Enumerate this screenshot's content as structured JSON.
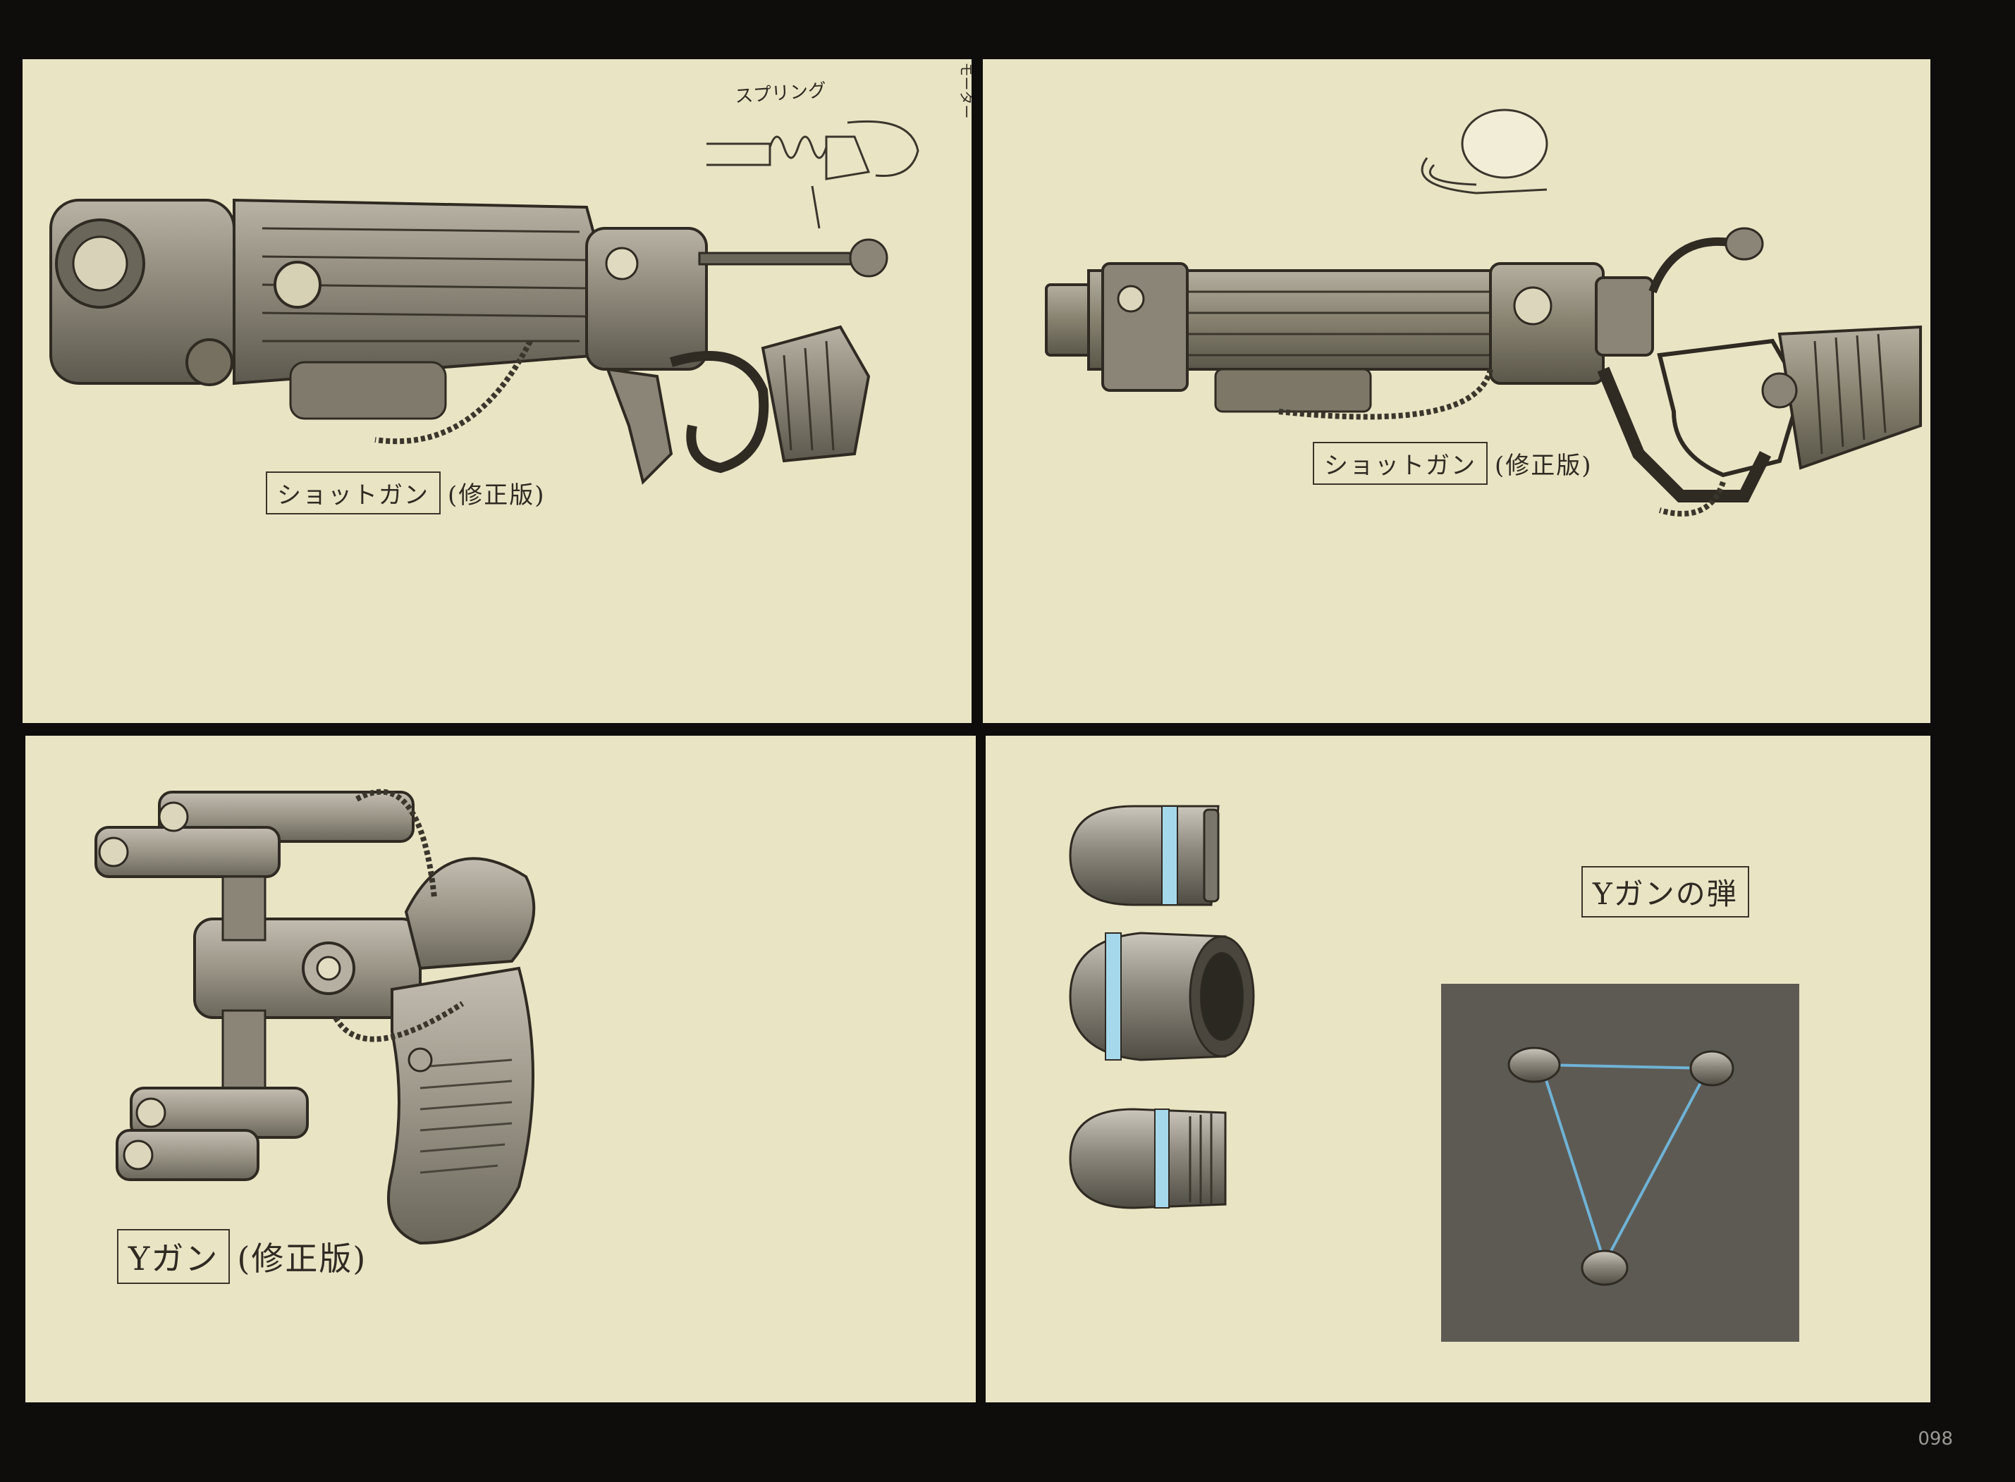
{
  "panels": [
    {
      "id": "shotgun-side-a",
      "caption": "ショットガン",
      "caption_suffix": "(修正版)",
      "note": "スプリング",
      "note_vertical": "モーター"
    },
    {
      "id": "shotgun-side-b",
      "caption": "ショットガン",
      "caption_suffix": "(修正版)"
    },
    {
      "id": "y-gun",
      "caption": "Yガン",
      "caption_suffix": "(修正版)"
    },
    {
      "id": "y-gun-bullets",
      "caption": "Yガンの弾"
    }
  ],
  "page_number": "098",
  "colors": {
    "paper": "#e9e4c4",
    "background": "#0e0d0c",
    "metal": "#8f8a7d",
    "ink": "#2f2a22",
    "accent_blue": "#6fb3d6",
    "pad": "#5d5a54"
  }
}
